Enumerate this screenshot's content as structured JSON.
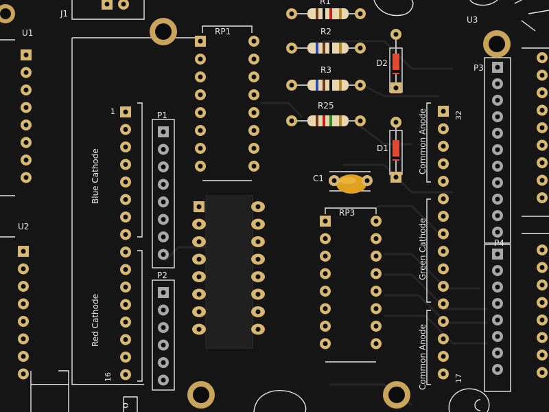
{
  "board": {
    "colors": {
      "substrate": "#151515",
      "trace": "#262626",
      "silkscreen": "#e8e8e8",
      "pad_gold": "#d8b870",
      "pad_silver": "#a8a8a8",
      "resistor_body": "#e8d6b0",
      "capacitor": "#e0a020",
      "ic_body": "#1c1c1c"
    },
    "refdes": {
      "J1": "J1",
      "U1": "U1",
      "U2": "U2",
      "U3": "U3",
      "RP1": "RP1",
      "RP3": "RP3",
      "R1": "R1",
      "R2": "R2",
      "R3": "R3",
      "R25": "R25",
      "D1": "D1",
      "D2": "D2",
      "C1": "C1",
      "P1": "P1",
      "P2": "P2",
      "P3": "P3",
      "P4": "P4"
    },
    "labels": {
      "blue_cathode": "Blue Cathode",
      "red_cathode": "Red Cathode",
      "common_anode_top": "Common Anode",
      "green_cathode": "Green Cathode",
      "common_anode_bottom": "Common Anode",
      "pin_1": "1",
      "pin_16": "16",
      "pin_32": "32",
      "pin_17": "17"
    }
  }
}
